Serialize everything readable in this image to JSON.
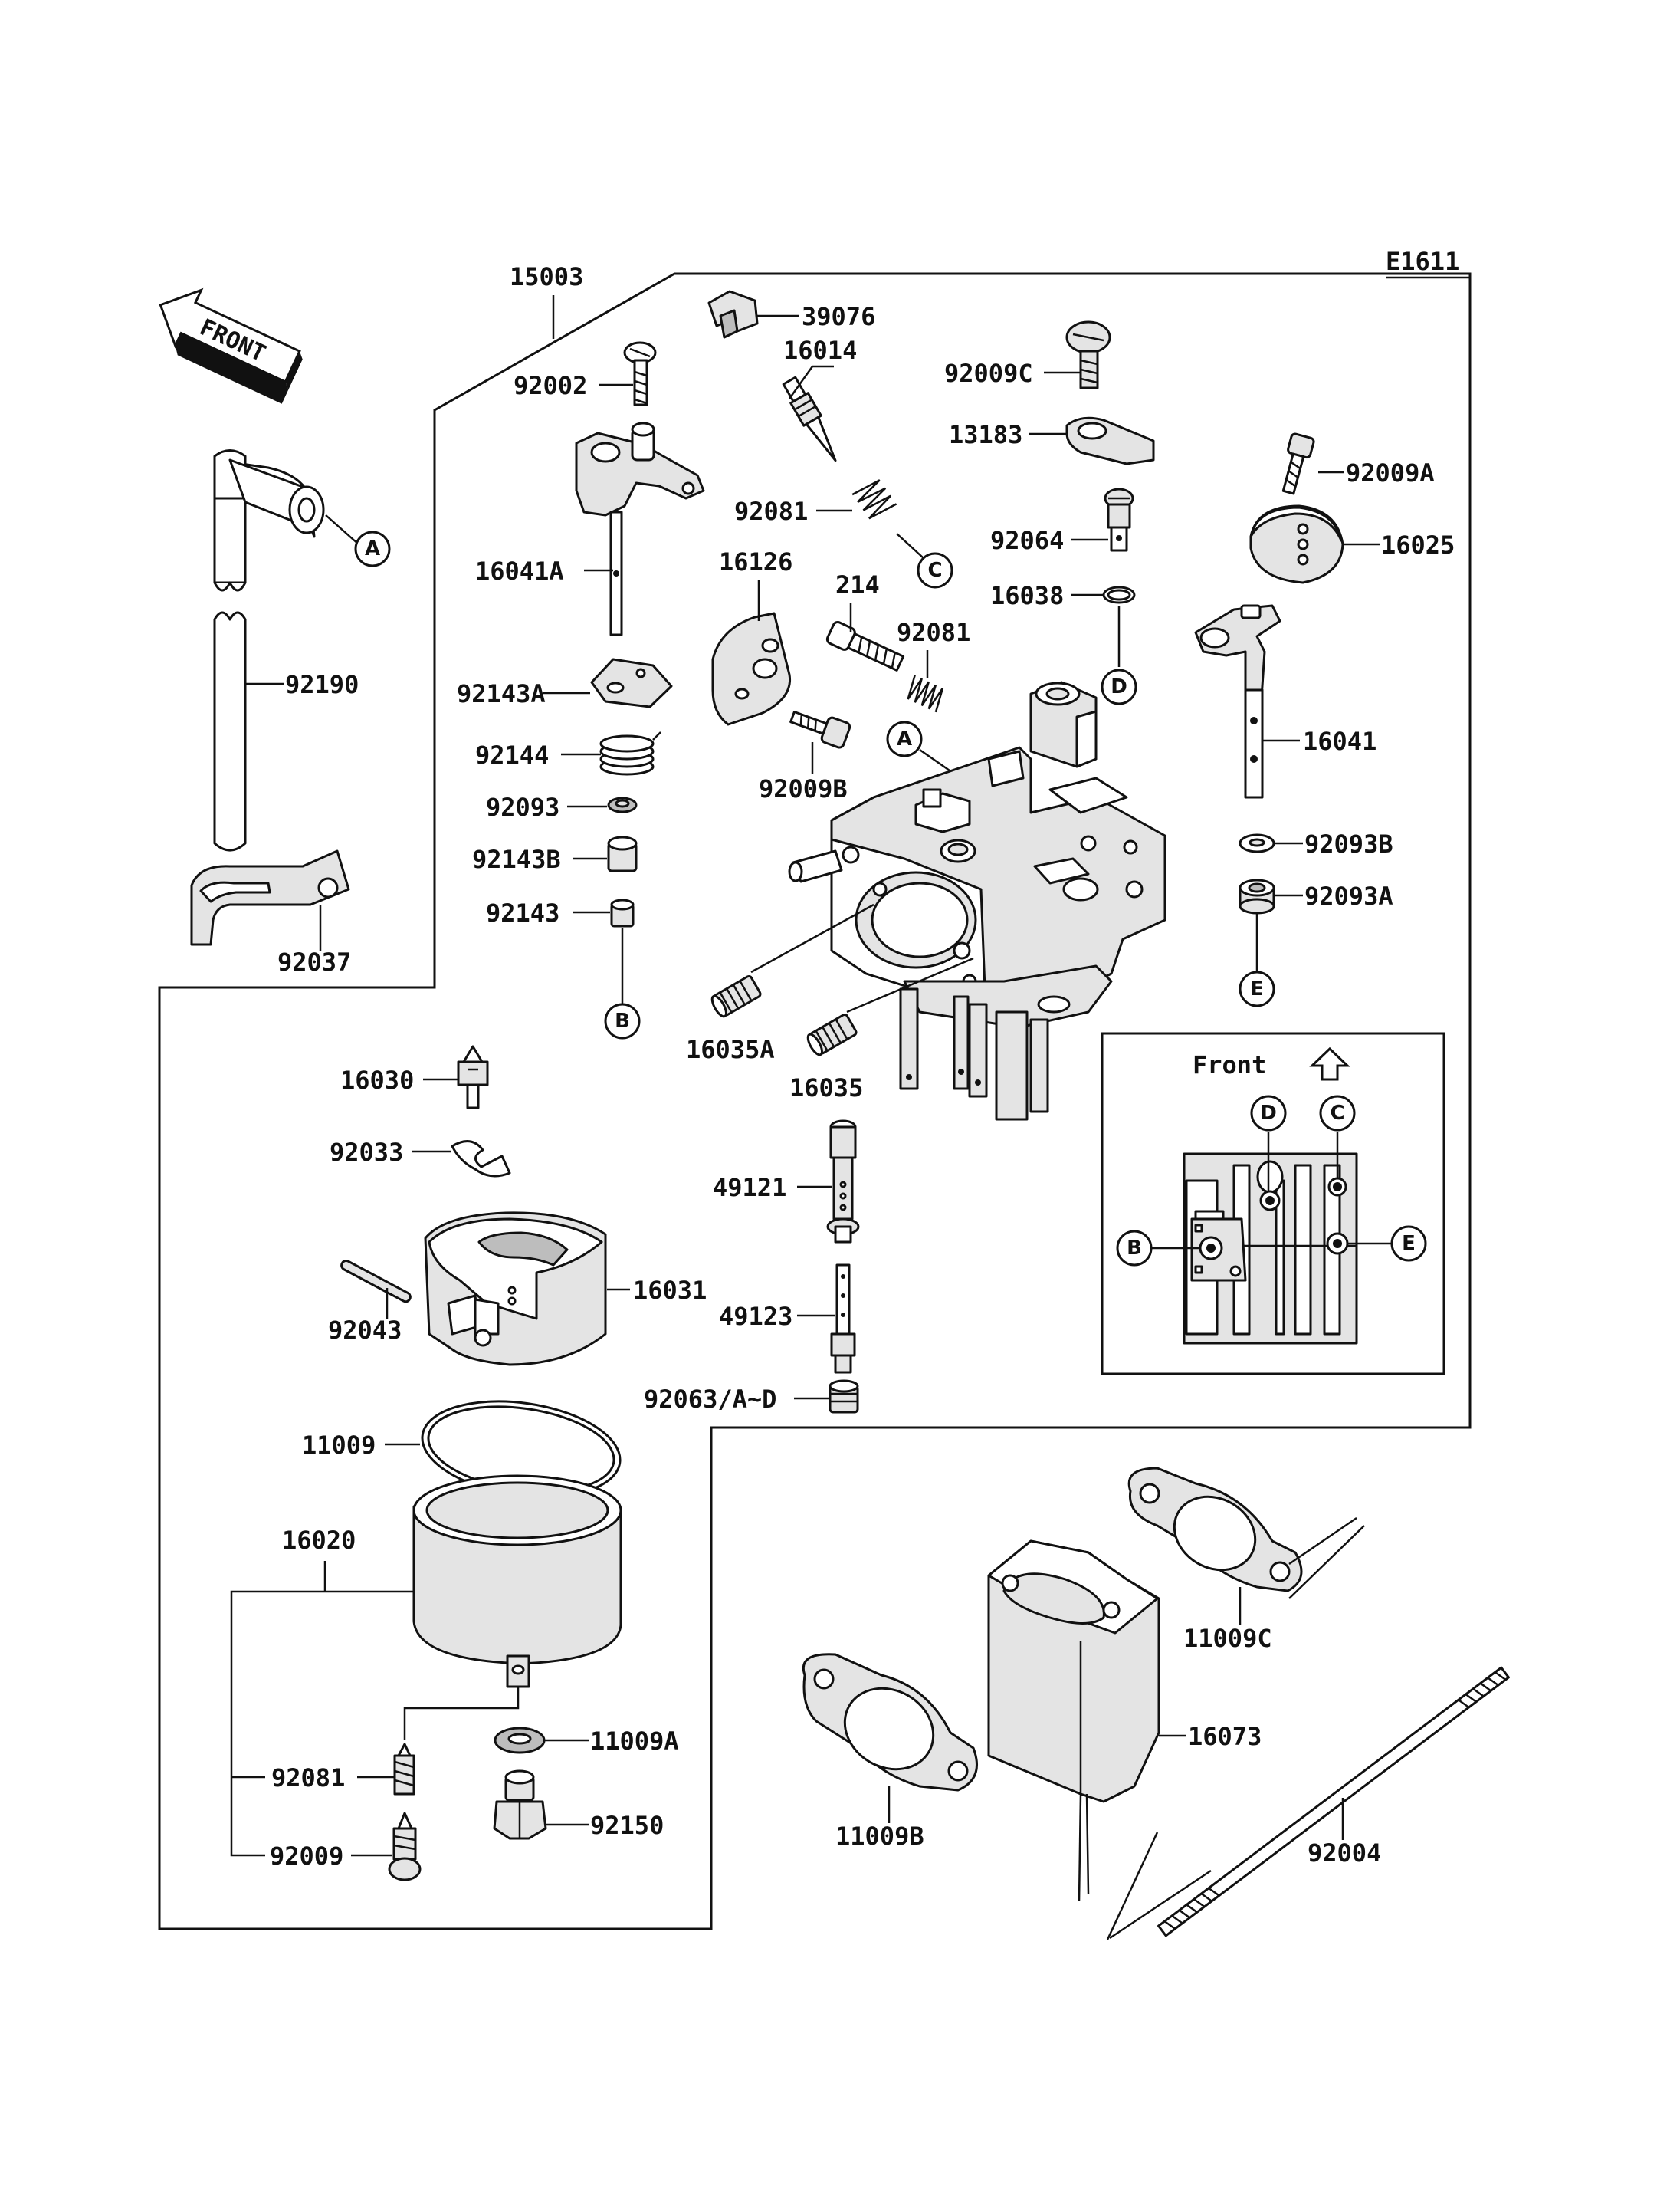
{
  "diagram_code": "E1611",
  "front_arrow_label": "FRONT",
  "inset_title": "Front",
  "parts": {
    "p15003": "15003",
    "p39076": "39076",
    "p16014": "16014",
    "p92002": "92002",
    "p92009C": "92009C",
    "p13183": "13183",
    "p92009A": "92009A",
    "p92081_top": "92081",
    "p92064": "92064",
    "p16025": "16025",
    "p16041A": "16041A",
    "p16126": "16126",
    "p214": "214",
    "p92081_mid": "92081",
    "p16038": "16038",
    "p92190": "92190",
    "p92143A": "92143A",
    "p16041": "16041",
    "p92144": "92144",
    "p92009B": "92009B",
    "p92093": "92093",
    "p92093B": "92093B",
    "p92143B": "92143B",
    "p92093A": "92093A",
    "p92143": "92143",
    "p92037": "92037",
    "p16035A": "16035A",
    "p16035": "16035",
    "p16030": "16030",
    "p92033": "92033",
    "p49121": "49121",
    "p16031": "16031",
    "p49123": "49123",
    "p92043": "92043",
    "p92063": "92063/A~D",
    "p11009": "11009",
    "p16020": "16020",
    "p11009C": "11009C",
    "p16073": "16073",
    "p11009A": "11009A",
    "p92081_bot": "92081",
    "p92150": "92150",
    "p92009": "92009",
    "p11009B": "11009B",
    "p92004": "92004"
  },
  "callouts": {
    "A": "A",
    "B": "B",
    "C": "C",
    "D": "D",
    "E": "E"
  }
}
